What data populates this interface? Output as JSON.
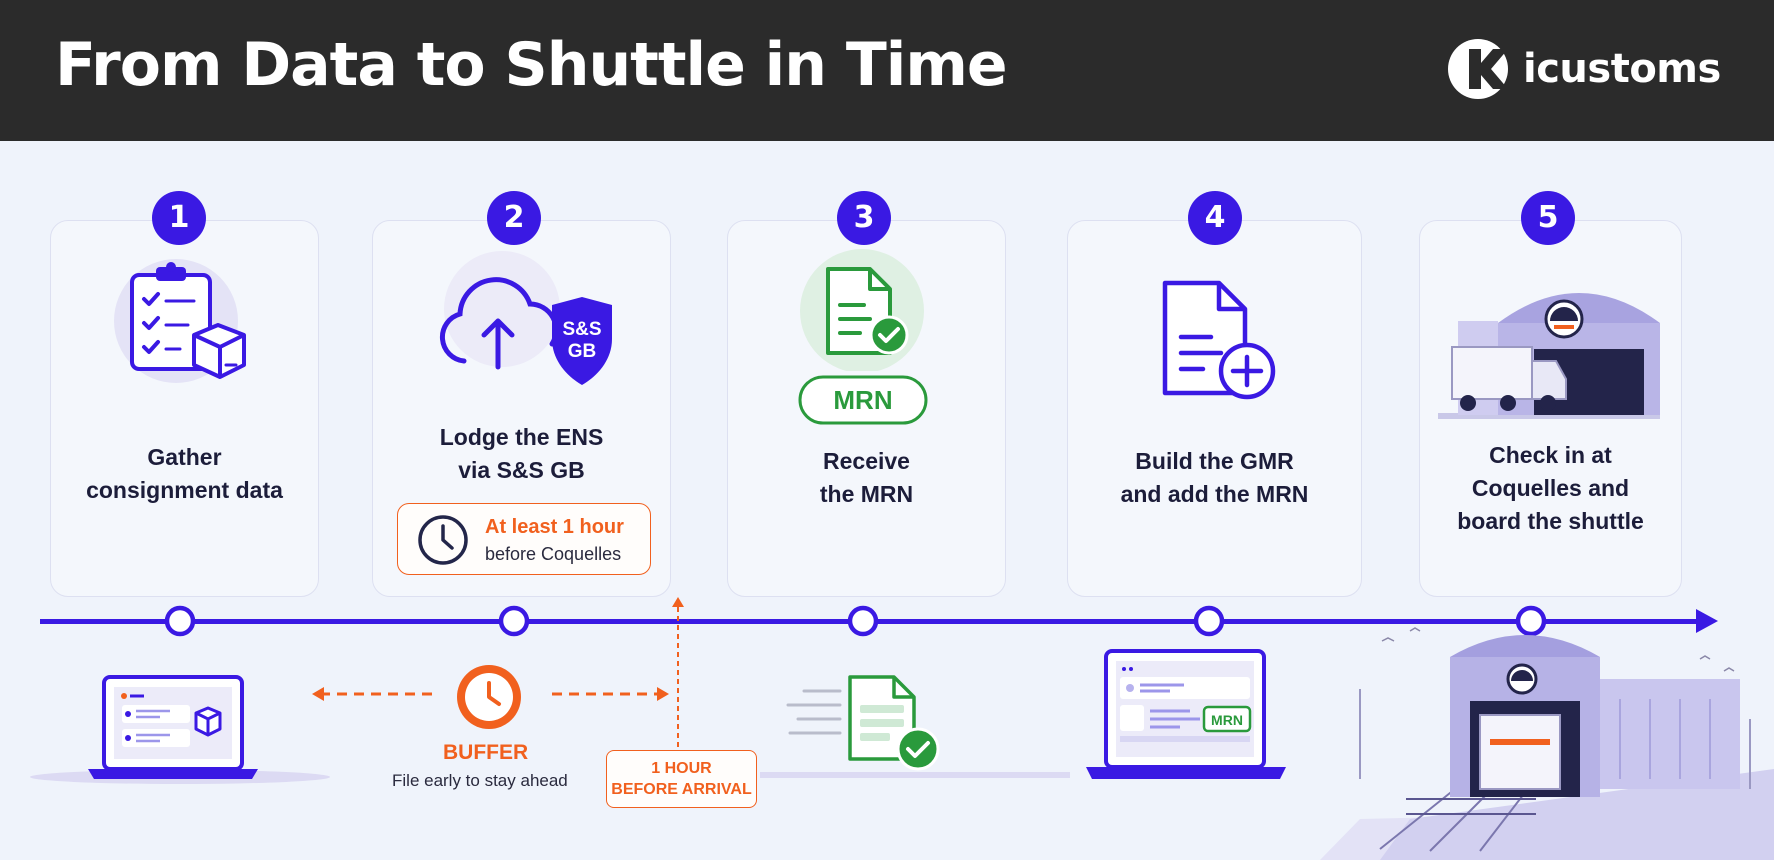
{
  "header": {
    "title": "From Data to Shuttle in Time",
    "brand": "icustoms",
    "background": "#2b2b2b"
  },
  "colors": {
    "accent": "#3a19e3",
    "success": "#2a9a3c",
    "warning": "#f1601e"
  },
  "steps": [
    {
      "number": "1",
      "label_lines": [
        "Gather",
        "consignment data"
      ]
    },
    {
      "number": "2",
      "label_lines": [
        "Lodge the ENS",
        "via S&S GB"
      ],
      "shield_lines": [
        "S&S",
        "GB"
      ]
    },
    {
      "number": "3",
      "label_lines": [
        "Receive",
        "the MRN"
      ],
      "pill": "MRN"
    },
    {
      "number": "4",
      "label_lines": [
        "Build the GMR",
        "and add the MRN"
      ]
    },
    {
      "number": "5",
      "label_lines": [
        "Check in at",
        "Coquelles and",
        "board the shuttle"
      ]
    }
  ],
  "deadline": {
    "title": "At least 1 hour",
    "subtitle": "before Coquelles"
  },
  "buffer": {
    "title": "BUFFER",
    "subtitle": "File early to stay ahead"
  },
  "arrival_marker": {
    "line1": "1 HOUR",
    "line2": "BEFORE ARRIVAL"
  },
  "laptop_badge": "MRN"
}
